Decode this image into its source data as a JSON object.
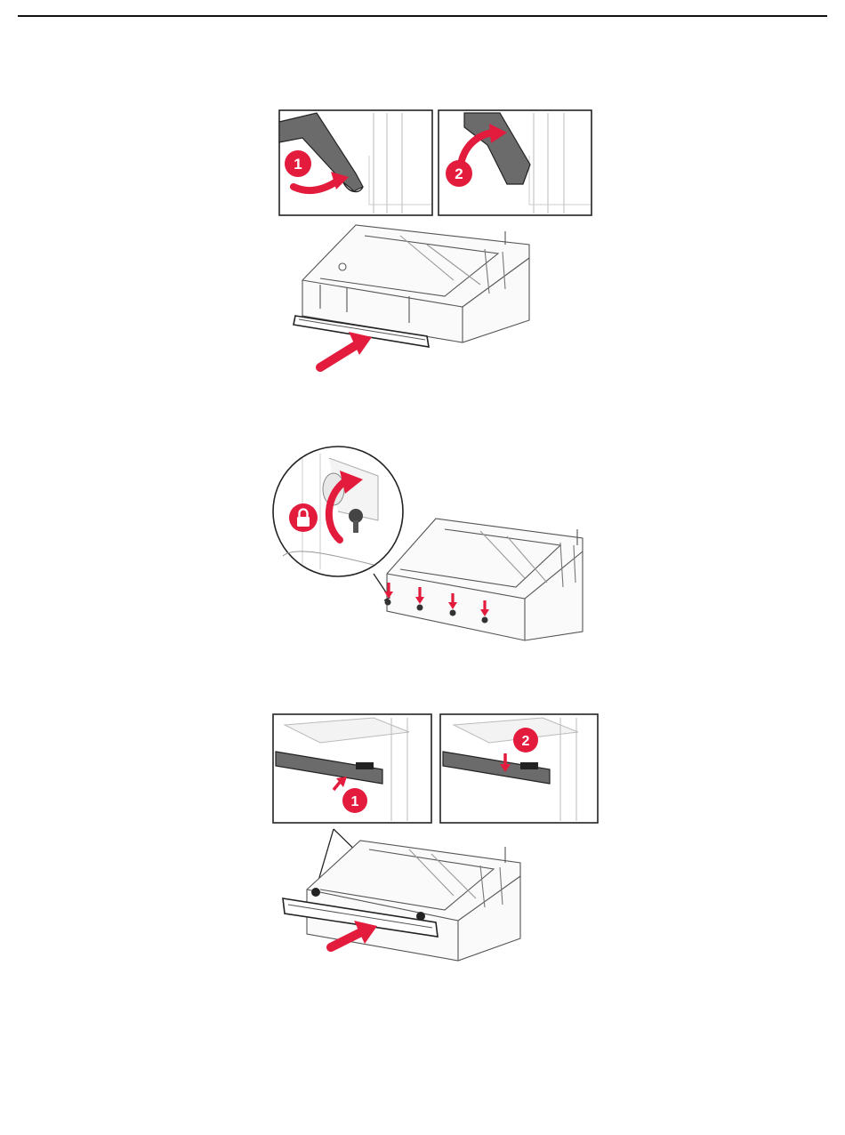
{
  "colors": {
    "accent": "#e31b3c",
    "line": "#2a2a2a",
    "panel": "#f6f6f6",
    "dark": "#6e6e6e"
  },
  "figure1": {
    "step1": "1",
    "step2": "2"
  },
  "figure2": {
    "lock_icon": "lock-icon"
  },
  "figure3": {
    "step1": "1",
    "step2": "2"
  }
}
